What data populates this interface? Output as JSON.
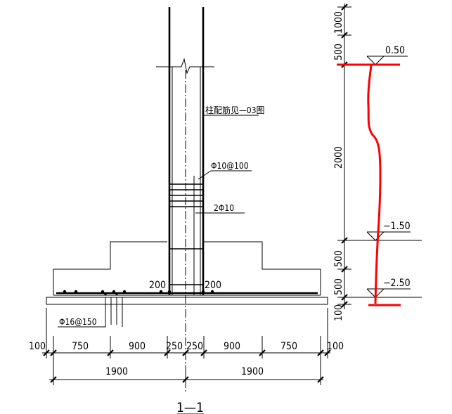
{
  "section_title": "1—1",
  "labels": {
    "column_rebar_note": "柱配筋见—03图",
    "stirrup_spec": "Φ10@100",
    "bar_spec": "2Φ10",
    "base_rebar": "Φ16@150",
    "dim_200_left": "200",
    "dim_200_right": "200"
  },
  "bottom_dims": {
    "segments": [
      "100",
      "750",
      "900",
      "250",
      "250",
      "900",
      "750",
      "100"
    ],
    "totals": [
      "1900",
      "1900"
    ]
  },
  "vertical_dims": [
    "1000",
    "500",
    "2000",
    "500",
    "500",
    "100"
  ],
  "elevations": [
    "0.50",
    "−1.50",
    "−2.50"
  ],
  "colors": {
    "line": "#000000",
    "markup": "#ff0000"
  }
}
